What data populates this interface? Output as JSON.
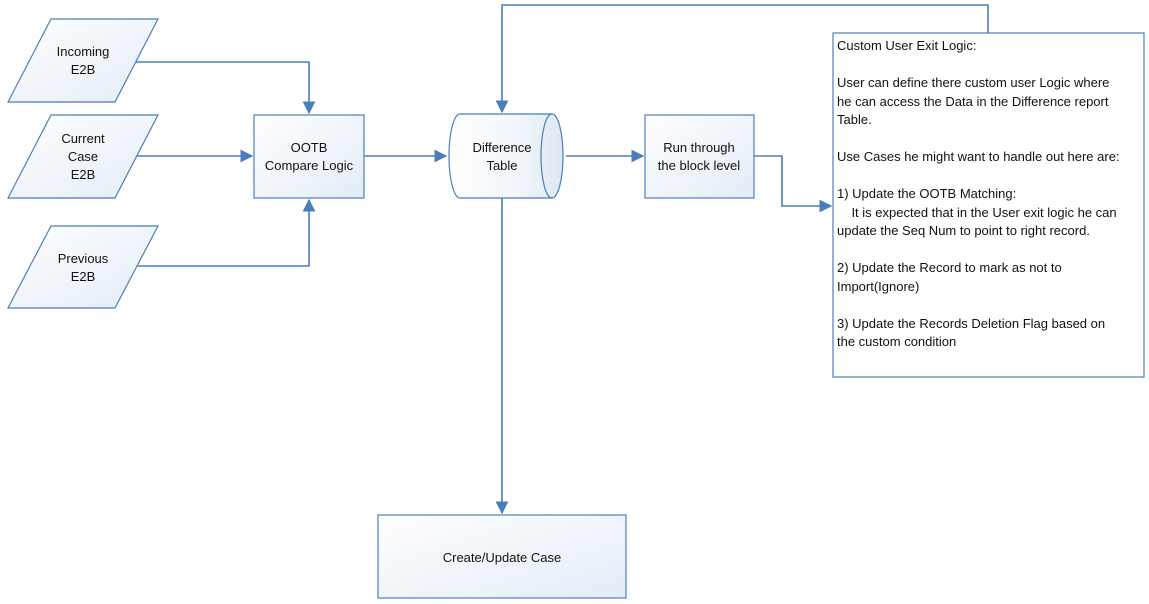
{
  "nodes": {
    "incoming": [
      "Incoming",
      "E2B"
    ],
    "current": [
      "Current",
      "Case",
      "E2B"
    ],
    "previous": [
      "Previous",
      "E2B"
    ],
    "ootb": [
      "OOTB",
      "Compare Logic"
    ],
    "difference": [
      "Difference",
      "Table"
    ],
    "run": [
      "Run through",
      "the block level"
    ],
    "create": "Create/Update Case"
  },
  "note": {
    "lines": [
      "Custom User Exit Logic:",
      "",
      "User can define there custom user Logic where",
      "he can access the Data in the Difference report",
      "Table.",
      "",
      "Use Cases he might want to handle out here are:",
      "",
      "1) Update the OOTB Matching:",
      "    It is expected that in the User exit logic he can",
      "update the Seq Num to point to right record.",
      "",
      "2) Update the Record to mark as not to",
      "Import(Ignore)",
      "",
      "3) Update the Records Deletion Flag based on",
      "the custom condition"
    ]
  },
  "colors": {
    "stroke": "#4a7ebb",
    "fill_light": "#ffffff",
    "fill_shade": "#dde8f5"
  }
}
